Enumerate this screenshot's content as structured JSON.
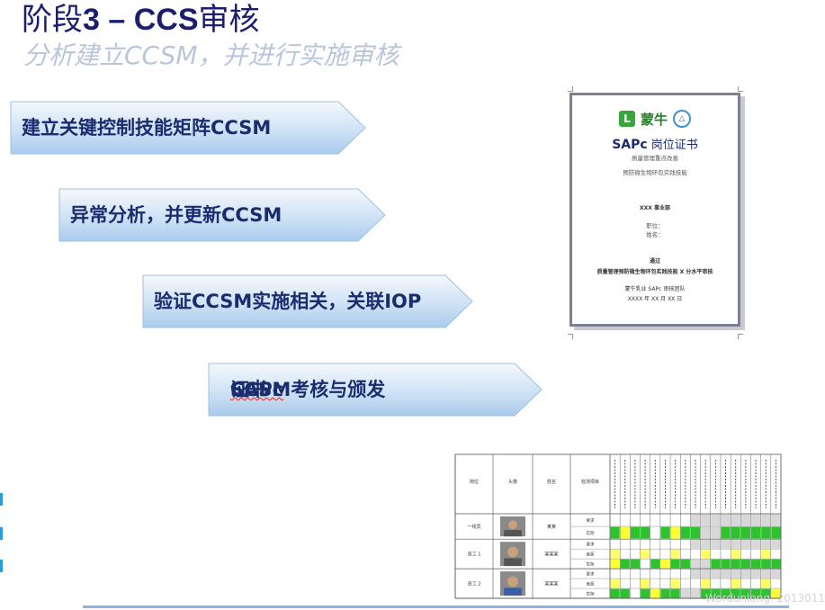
{
  "slide": {
    "title_prefix": "阶段",
    "title_main": "3 – CCS",
    "title_suffix": "审核",
    "subtitle": "分析建立CCSM，并进行实施审核"
  },
  "steps": [
    {
      "label": "建立关键控制技能矩阵CCSM"
    },
    {
      "label": "异常分析，并更新CCSM"
    },
    {
      "label": "验证CCSM实施相关，关联IOP"
    },
    {
      "label_pre": "CCSM考核与颁发",
      "label_sapc": "SAPc",
      "label_post": "证书"
    }
  ],
  "certificate": {
    "logo_glyph": "L",
    "brand": "蒙牛",
    "badge_text": "△",
    "title_sapc": "SAPc",
    "title_rest": " 岗位证书",
    "line1": "质量管理重点改善",
    "line2": "预防微生物环包实践技能",
    "dept": "XXX 事业部",
    "position": "职位：",
    "name": "姓名：",
    "award": "通过",
    "award_line": "质量管理预防微生物环包实践技能 X 分水平审核",
    "issuer": "蒙牛乳业 SAPc 审核团队",
    "date": "XXXX 年 XX 月 XX 日"
  },
  "matrix": {
    "headers": [
      "岗位",
      "头像",
      "姓名",
      "检测项目"
    ],
    "rows": [
      {
        "role": "一线员",
        "name": "某某",
        "levels": [
          "要求",
          "实际"
        ]
      },
      {
        "role": "员工 1",
        "name": "某某某",
        "levels": [
          "要求",
          "差距",
          "实际"
        ]
      },
      {
        "role": "员工 2",
        "name": "某某某",
        "levels": [
          "要求",
          "差距",
          "实际"
        ]
      }
    ]
  },
  "watermark": "Wordunlong. 2013011"
}
